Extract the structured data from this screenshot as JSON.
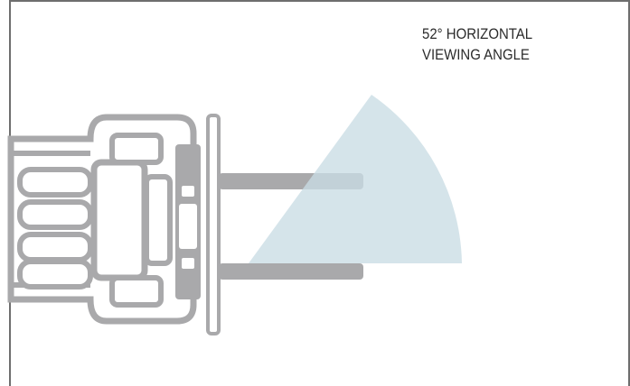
{
  "caption": {
    "line1": "52° HORIZONTAL",
    "line2": "VIEWING ANGLE"
  },
  "colors": {
    "vehicle_stroke": "#a9a9ab",
    "vehicle_fill": "#ffffff",
    "fork_fill": "#a9a9ab",
    "cone_fill": "#c9dde4",
    "frame": "#6e6e6e",
    "text": "#2b2b2b"
  },
  "viewing_angle_degrees": 52
}
